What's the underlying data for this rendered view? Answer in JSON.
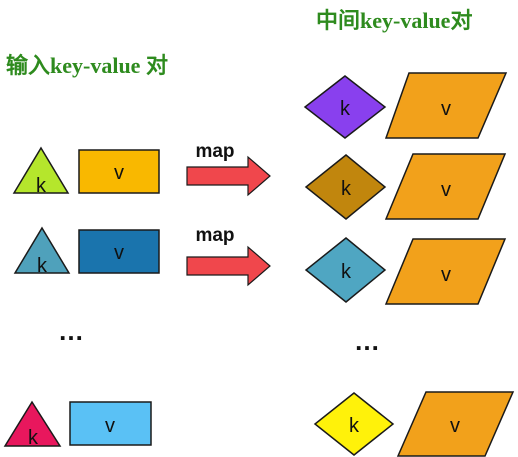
{
  "input_title": "输入key-value 对",
  "intermediate_title": "中间key-value对",
  "inputs": [
    {
      "key_label": "k",
      "value_label": "v",
      "key_color": "#b5e62c",
      "value_color": "#f9b800"
    },
    {
      "key_label": "k",
      "value_label": "v",
      "key_color": "#4fa1bb",
      "value_color": "#1a74ad"
    },
    {
      "key_label": "k",
      "value_label": "v",
      "key_color": "#e8175d",
      "value_color": "#5ac1f5"
    }
  ],
  "input_ellipsis": "…",
  "map_arrows": [
    {
      "label": "map",
      "color": "#f0474c"
    },
    {
      "label": "map",
      "color": "#f0474c"
    }
  ],
  "intermediates": [
    {
      "key_label": "k",
      "value_label": "v",
      "key_color": "#8940ee",
      "value_color": "#f2a11b"
    },
    {
      "key_label": "k",
      "value_label": "v",
      "key_color": "#c1860d",
      "value_color": "#f2a11b"
    },
    {
      "key_label": "k",
      "value_label": "v",
      "key_color": "#4fa6c2",
      "value_color": "#f2a11b"
    },
    {
      "key_label": "k",
      "value_label": "v",
      "key_color": "#fff20a",
      "value_color": "#f2a11b"
    }
  ],
  "intermediate_ellipsis": "…",
  "colors": {
    "title_green": "#2e8b1e",
    "outline": "#1a1a1a"
  }
}
